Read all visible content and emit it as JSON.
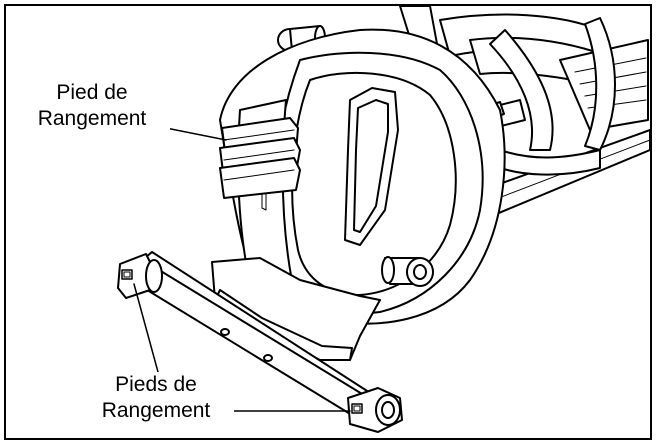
{
  "callouts": {
    "top": {
      "line1": "Pied de",
      "line2": "Rangement"
    },
    "bottom": {
      "line1": "Pieds de",
      "line2": "Rangement"
    }
  },
  "colors": {
    "ink": "#000000",
    "paper": "#ffffff"
  }
}
